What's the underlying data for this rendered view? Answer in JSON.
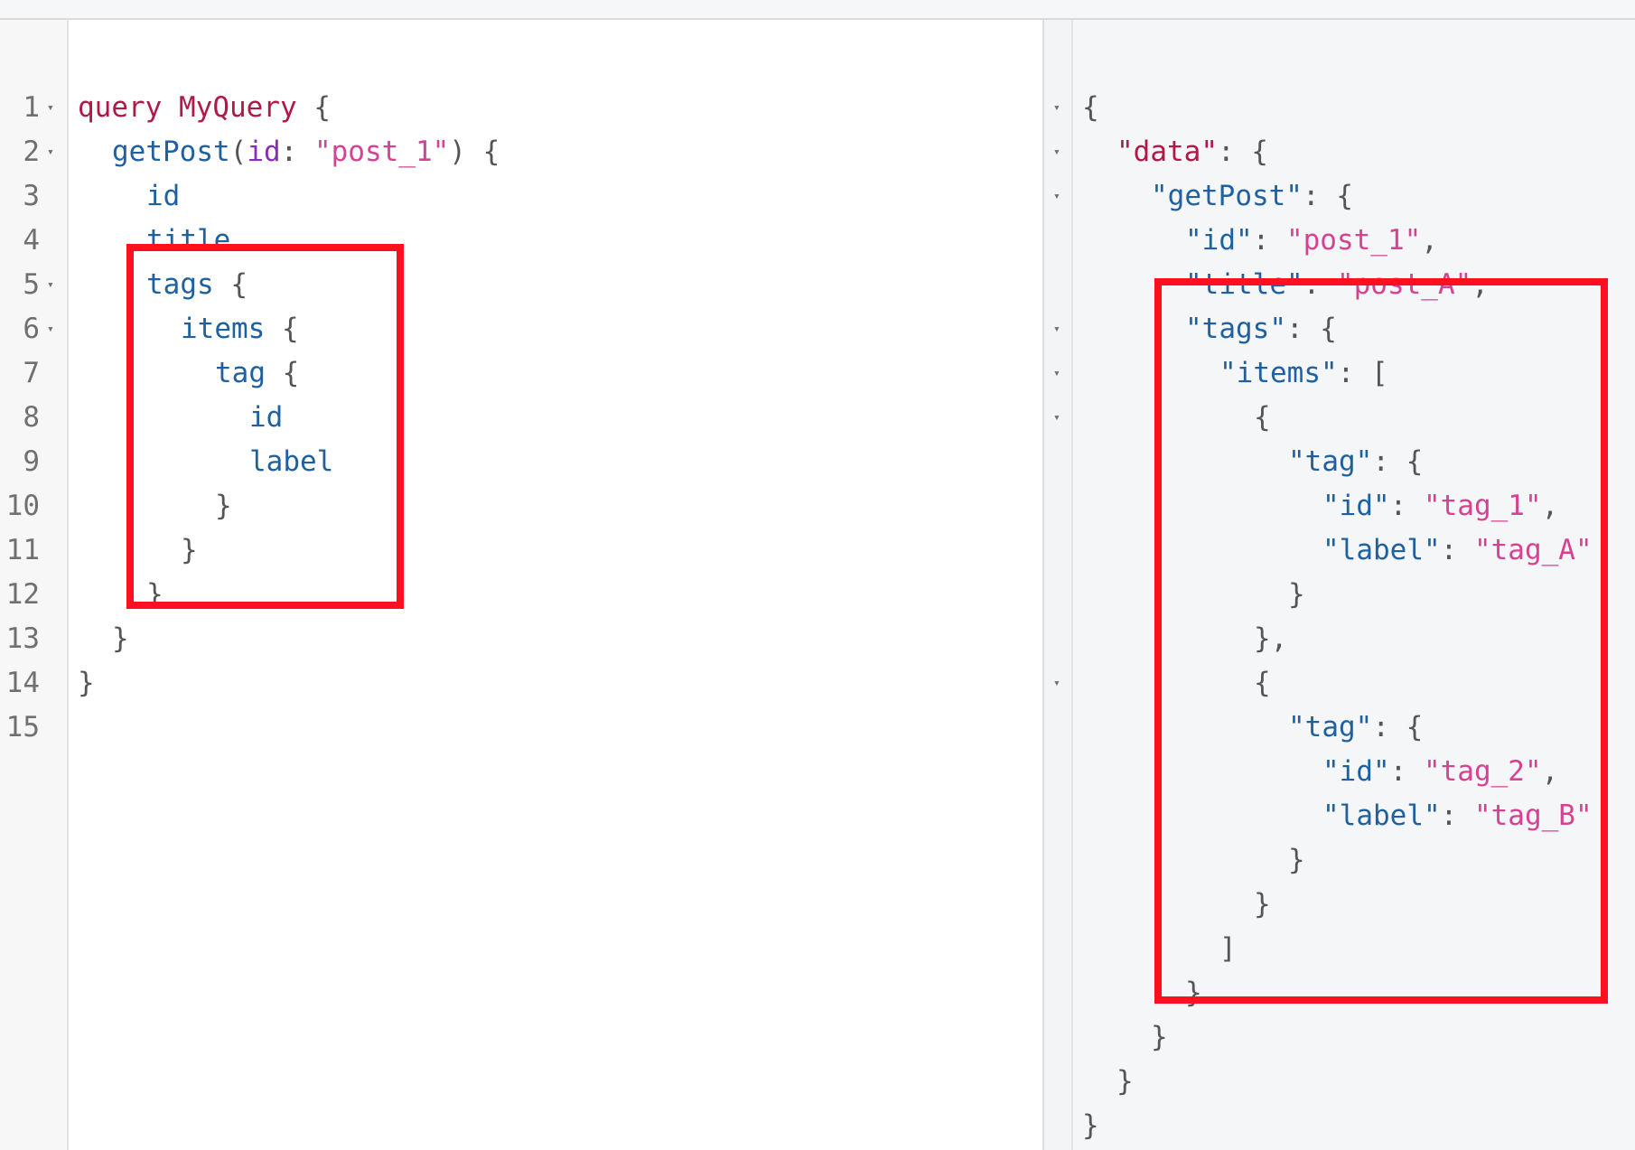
{
  "query": {
    "line_numbers": [
      "1",
      "2",
      "3",
      "4",
      "5",
      "6",
      "7",
      "8",
      "9",
      "10",
      "11",
      "12",
      "13",
      "14",
      "15"
    ],
    "lines": [
      {
        "t1": "query",
        "t2": " ",
        "t3": "MyQuery",
        "t4": " {"
      },
      {
        "t1": "getPost",
        "t2": "(",
        "t3": "id",
        "t4": ": ",
        "t5": "\"post_1\"",
        "t6": ") {"
      },
      {
        "t1": "id"
      },
      {
        "t1": "title"
      },
      {
        "t1": "tags",
        "t2": " {"
      },
      {
        "t1": "items",
        "t2": " {"
      },
      {
        "t1": "tag",
        "t2": " {"
      },
      {
        "t1": "id"
      },
      {
        "t1": "label"
      },
      {
        "t1": "}"
      },
      {
        "t1": "}"
      },
      {
        "t1": "}"
      },
      {
        "t1": "}"
      },
      {
        "t1": "}"
      },
      {
        "t1": ""
      }
    ],
    "fold_marker": "▾"
  },
  "result": {
    "fold_marker": "▾",
    "lines": [
      {
        "t1": "{"
      },
      {
        "t1": "\"data\"",
        "t2": ": {"
      },
      {
        "t1": "\"getPost\"",
        "t2": ": {"
      },
      {
        "t1": "\"id\"",
        "t2": ": ",
        "t3": "\"post_1\"",
        "t4": ","
      },
      {
        "t1": "\"title\"",
        "t2": ": ",
        "t3": "\"post_A\"",
        "t4": ","
      },
      {
        "t1": "\"tags\"",
        "t2": ": {"
      },
      {
        "t1": "\"items\"",
        "t2": ": ["
      },
      {
        "t1": "{"
      },
      {
        "t1": "\"tag\"",
        "t2": ": {"
      },
      {
        "t1": "\"id\"",
        "t2": ": ",
        "t3": "\"tag_1\"",
        "t4": ","
      },
      {
        "t1": "\"label\"",
        "t2": ": ",
        "t3": "\"tag_A\""
      },
      {
        "t1": "}"
      },
      {
        "t1": "},"
      },
      {
        "t1": "{"
      },
      {
        "t1": "\"tag\"",
        "t2": ": {"
      },
      {
        "t1": "\"id\"",
        "t2": ": ",
        "t3": "\"tag_2\"",
        "t4": ","
      },
      {
        "t1": "\"label\"",
        "t2": ": ",
        "t3": "\"tag_B\""
      },
      {
        "t1": "}"
      },
      {
        "t1": "}"
      },
      {
        "t1": "]"
      },
      {
        "t1": "}"
      },
      {
        "t1": "}"
      },
      {
        "t1": "}"
      },
      {
        "t1": "}"
      }
    ]
  },
  "colors": {
    "keyword": "#b01846",
    "field": "#1f61a0",
    "argument": "#8b2bb9",
    "string": "#d64292",
    "highlight": "#ff1020"
  }
}
